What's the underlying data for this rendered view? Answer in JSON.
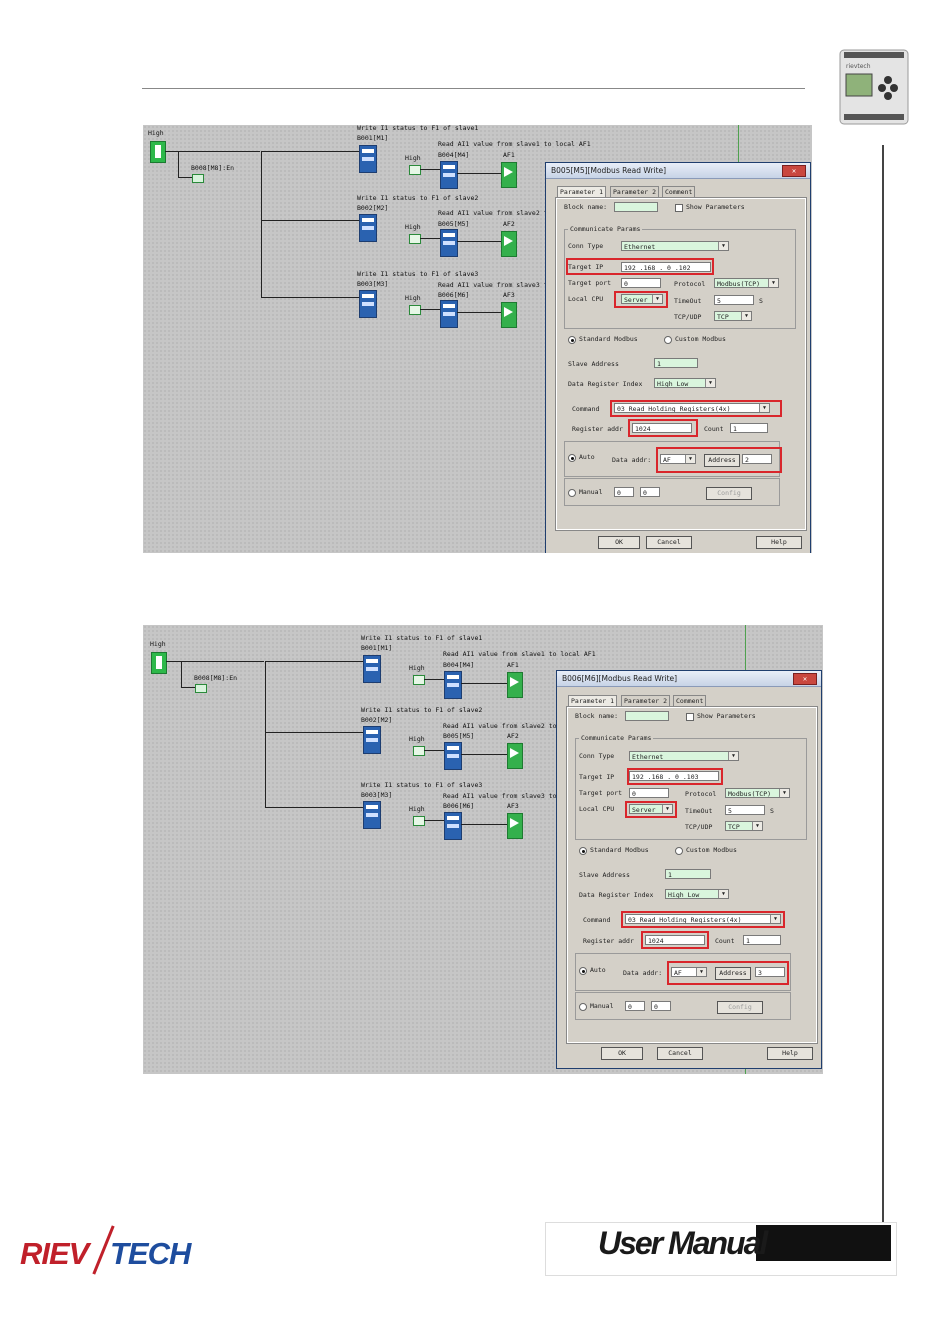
{
  "header": {},
  "diagram": {
    "high_label": "High",
    "en_label": "B008[M8]:En",
    "write_labels": [
      "Write I1 status to F1 of slave1",
      "Write I1 status to F1 of slave2",
      "Write I1 status to F1 of slave3"
    ],
    "read_labels": [
      "Read AI1 value from slave1 to local AF1",
      "Read AI1 value from slave2 to local AF2",
      "Read AI1 value from slave3 to local AF3"
    ],
    "write_blocks": [
      "B001[M1]",
      "B002[M2]",
      "B003[M3]"
    ],
    "read_blocks": [
      "B004[M4]",
      "B005[M5]",
      "B006[M6]"
    ],
    "af_labels": [
      "AF1",
      "AF2",
      "AF3"
    ],
    "sub_high": "High"
  },
  "dialogs": [
    {
      "title": "B005[M5][Modbus Read Write]",
      "tabs": [
        "Parameter 1",
        "Parameter 2",
        "Comment"
      ],
      "block_name_label": "Block name:",
      "show_params_label": "Show Parameters",
      "comm_group": "Communicate Params",
      "conn_type_label": "Conn Type",
      "conn_type_value": "Ethernet",
      "target_ip_label": "Target IP",
      "target_ip_value": "192 .168 . 0 .102",
      "target_port_label": "Target port",
      "target_port_value": "0",
      "protocol_label": "Protocol",
      "protocol_value": "Modbus(TCP)",
      "local_cpu_label": "Local CPU",
      "local_cpu_value": "Server",
      "timeout_label": "TimeOut",
      "timeout_value": "5",
      "timeout_unit": "S",
      "tcpudp_label": "TCP/UDP",
      "tcpudp_value": "TCP",
      "standard_label": "Standard Modbus",
      "custom_label": "Custom Modbus",
      "slave_label": "Slave Address",
      "slave_value": "1",
      "dri_label": "Data Register Index",
      "dri_value": "High Low",
      "command_label": "Command",
      "command_value": "03 Read Holding Registers(4x)",
      "reg_label": "Register addr",
      "reg_value": "1024",
      "count_label": "Count",
      "count_value": "1",
      "auto_label": "Auto",
      "data_addr_label": "Data addr:",
      "data_addr_value": "AF",
      "address_button": "Address",
      "address_value": "2",
      "manual_label": "Manual",
      "manual_a": "0",
      "manual_b": "0",
      "config_button": "Config",
      "ok": "OK",
      "cancel": "Cancel",
      "help": "Help"
    },
    {
      "title": "B006[M6][Modbus Read Write]",
      "tabs": [
        "Parameter 1",
        "Parameter 2",
        "Comment"
      ],
      "block_name_label": "Block name:",
      "show_params_label": "Show Parameters",
      "comm_group": "Communicate Params",
      "conn_type_label": "Conn Type",
      "conn_type_value": "Ethernet",
      "target_ip_label": "Target IP",
      "target_ip_value": "192 .168 . 0 .103",
      "target_port_label": "Target port",
      "target_port_value": "0",
      "protocol_label": "Protocol",
      "protocol_value": "Modbus(TCP)",
      "local_cpu_label": "Local CPU",
      "local_cpu_value": "Server",
      "timeout_label": "TimeOut",
      "timeout_value": "5",
      "timeout_unit": "S",
      "tcpudp_label": "TCP/UDP",
      "tcpudp_value": "TCP",
      "standard_label": "Standard Modbus",
      "custom_label": "Custom Modbus",
      "slave_label": "Slave Address",
      "slave_value": "1",
      "dri_label": "Data Register Index",
      "dri_value": "High Low",
      "command_label": "Command",
      "command_value": "03 Read Holding Registers(4x)",
      "reg_label": "Register addr",
      "reg_value": "1024",
      "count_label": "Count",
      "count_value": "1",
      "auto_label": "Auto",
      "data_addr_label": "Data addr:",
      "data_addr_value": "AF",
      "address_button": "Address",
      "address_value": "3",
      "manual_label": "Manual",
      "manual_a": "0",
      "manual_b": "0",
      "config_button": "Config",
      "ok": "OK",
      "cancel": "Cancel",
      "help": "Help"
    }
  ],
  "footer": {
    "logo_left": "RIEV",
    "logo_right": "TECH",
    "manual_title": "User Manual"
  },
  "colors": {
    "highlight": "#d9262c",
    "field_green": "#d9f5dd",
    "block_blue": "#2a62b0",
    "af_green": "#34b04c"
  }
}
